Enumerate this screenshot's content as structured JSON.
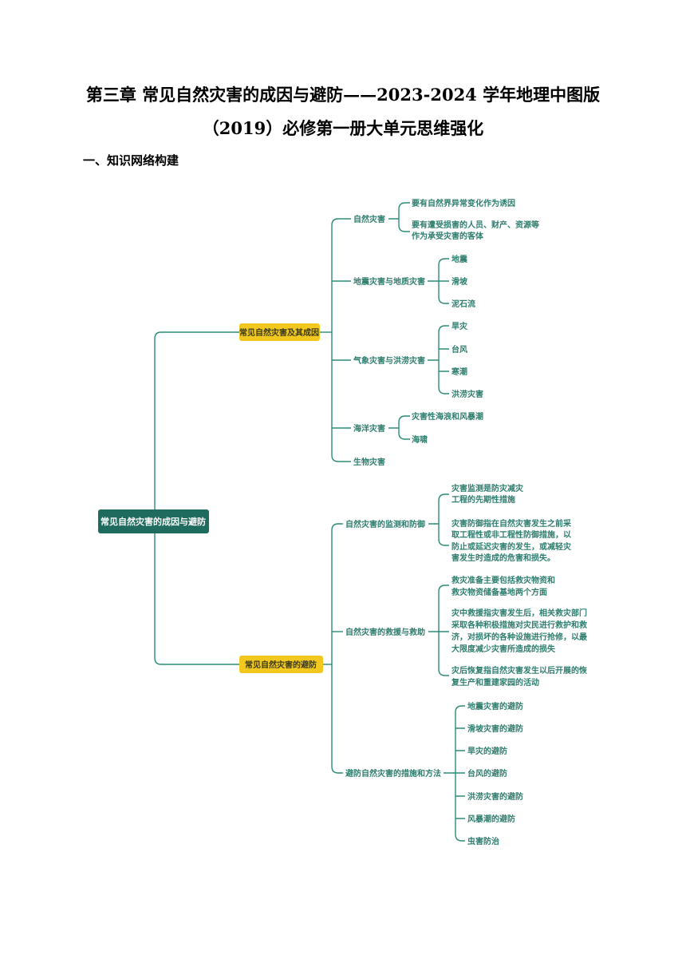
{
  "title": {
    "line1": "第三章 常见自然灾害的成因与避防——2023-2024 学年地理中图版",
    "line2": "（2019）必修第一册大单元思维强化"
  },
  "section": {
    "heading": "一、知识网络构建"
  },
  "mindmap": {
    "root": "常见自然灾害的成因与避防",
    "branch1": {
      "label": "常见自然灾害及其成因",
      "natural": {
        "label": "自然灾害",
        "items": [
          "要有自然界异常变化作为诱因",
          "要有遭受损害的人员、财产、资源等",
          "作为承受灾害的客体"
        ]
      },
      "geo": {
        "label": "地震灾害与地质灾害",
        "items": [
          "地震",
          "滑坡",
          "泥石流"
        ]
      },
      "weather": {
        "label": "气象灾害与洪涝灾害",
        "items": [
          "旱灾",
          "台风",
          "寒潮",
          "洪涝灾害"
        ]
      },
      "ocean": {
        "label": "海洋灾害",
        "items": [
          "灾害性海浪和风暴潮",
          "海啸"
        ]
      },
      "bio": {
        "label": "生物灾害"
      }
    },
    "branch2": {
      "label": "常见自然灾害的避防",
      "monitor": {
        "label": "自然灾害的监测和防御",
        "items": [
          [
            "灾害监测是防灾减灾",
            "工程的先期性措施"
          ],
          [
            "灾害防御指在自然灾害发生之前采",
            "取工程性或非工程性防御措施，以",
            "防止或延迟灾害的发生，或减轻灾",
            "害发生时造成的危害和损失。"
          ]
        ]
      },
      "rescue": {
        "label": "自然灾害的救援与救助",
        "items": [
          [
            "救灾准备主要包括救灾物资和",
            "救灾物资储备基地两个方面"
          ],
          [
            "灾中救援指灾害发生后，相关救灾部门",
            "采取各种积极措施对灾民进行救护和救",
            "济，对损坏的各种设施进行抢修，以最",
            "大限度减少灾害所造成的损失"
          ],
          [
            "灾后恢复指自然灾害发生以后开展的恢",
            "复生产和重建家园的活动"
          ]
        ]
      },
      "avoid": {
        "label": "避防自然灾害的措施和方法",
        "items": [
          "地震灾害的避防",
          "滑坡灾害的避防",
          "旱灾的避防",
          "台风的避防",
          "洪涝灾害的避防",
          "风暴潮的避防",
          "虫害防治"
        ]
      }
    }
  },
  "colors": {
    "line": "#2e8b76",
    "root_bg": "#1f6b5e",
    "pill_bg": "#f2c81f",
    "text": "#2e7d6e"
  }
}
